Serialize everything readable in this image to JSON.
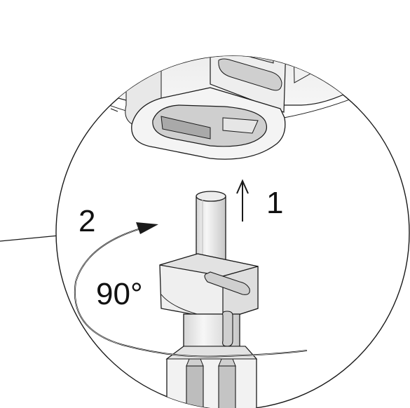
{
  "figure": {
    "labels": {
      "step_up": "1",
      "step_rotate": "2",
      "rotation_angle": "90°"
    },
    "arrows": {
      "lift": "arrow-up-icon",
      "rotate": "curved-rotate-arrow-icon"
    },
    "colors": {
      "line": "#1a1a1a",
      "part_light": "#f2f2f2",
      "part_mid": "#d9d9d9",
      "part_dark": "#a8a8a8",
      "background": "#ffffff"
    }
  }
}
